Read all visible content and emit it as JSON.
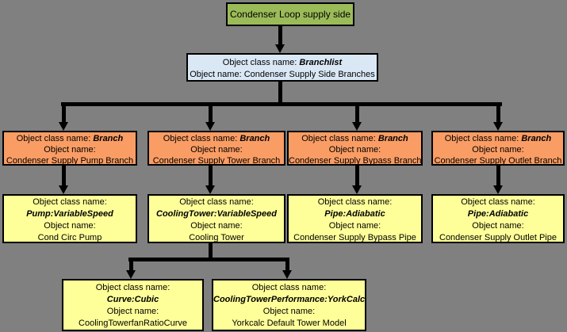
{
  "colors": {
    "background": "#808080",
    "root-fill": "#9BBB59",
    "branchlist-fill": "#DAE8F5",
    "branch-fill": "#FA9D64",
    "component-fill": "#FFFF99",
    "line": "#000000"
  },
  "root": {
    "title": "Condenser Loop supply side"
  },
  "branchlist": {
    "class_label": "Object class name:",
    "class_name": "Branchlist",
    "name_label": "Object name:",
    "object_name": "Condenser Supply Side Branches"
  },
  "branches": [
    {
      "class_label": "Object class name:",
      "class_name": "Branch",
      "name_label": "Object name:",
      "object_name": "Condenser Supply Pump Branch"
    },
    {
      "class_label": "Object class name:",
      "class_name": "Branch",
      "name_label": "Object name:",
      "object_name": "Condenser Supply Tower Branch"
    },
    {
      "class_label": "Object class name:",
      "class_name": "Branch",
      "name_label": "Object name:",
      "object_name": "Condenser Supply Bypass Branch"
    },
    {
      "class_label": "Object class name:",
      "class_name": "Branch",
      "name_label": "Object name:",
      "object_name": "Condenser Supply Outlet Branch"
    }
  ],
  "components": [
    {
      "class_label": "Object class name:",
      "class_name": "Pump:VariableSpeed",
      "name_label": "Object name:",
      "object_name": "Cond Circ Pump"
    },
    {
      "class_label": "Object class name:",
      "class_name": "CoolingTower:VariableSpeed",
      "name_label": "Object name:",
      "object_name": "Cooling Tower"
    },
    {
      "class_label": "Object class name:",
      "class_name": "Pipe:Adiabatic",
      "name_label": "Object name:",
      "object_name": "Condenser Supply Bypass Pipe"
    },
    {
      "class_label": "Object class name:",
      "class_name": "Pipe:Adiabatic",
      "name_label": "Object name:",
      "object_name": "Condenser Supply Outlet Pipe"
    }
  ],
  "tower_children": [
    {
      "class_label": "Object class name:",
      "class_name": "Curve:Cubic",
      "name_label": "Object name:",
      "object_name": "CoolingTowerfanRatioCurve"
    },
    {
      "class_label": "Object class name:",
      "class_name": "CoolingTowerPerformance:YorkCalc",
      "name_label": "Object name:",
      "object_name": "Yorkcalc Default Tower Model"
    }
  ]
}
